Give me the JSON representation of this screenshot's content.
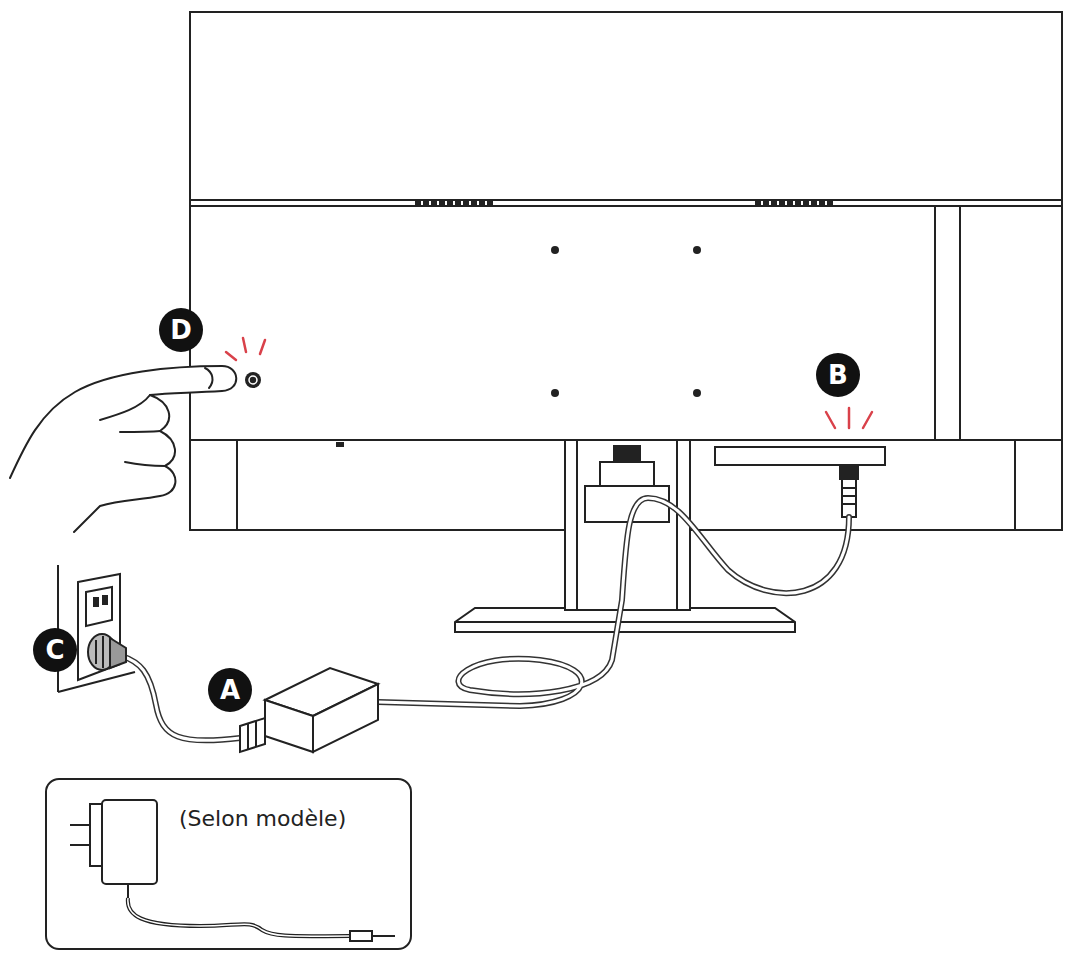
{
  "diagram": {
    "nodes": [
      {
        "text": [
          "(Selon modèle)"
        ]
      }
    ],
    "labels": [
      "D",
      "B",
      "C",
      "A"
    ]
  }
}
